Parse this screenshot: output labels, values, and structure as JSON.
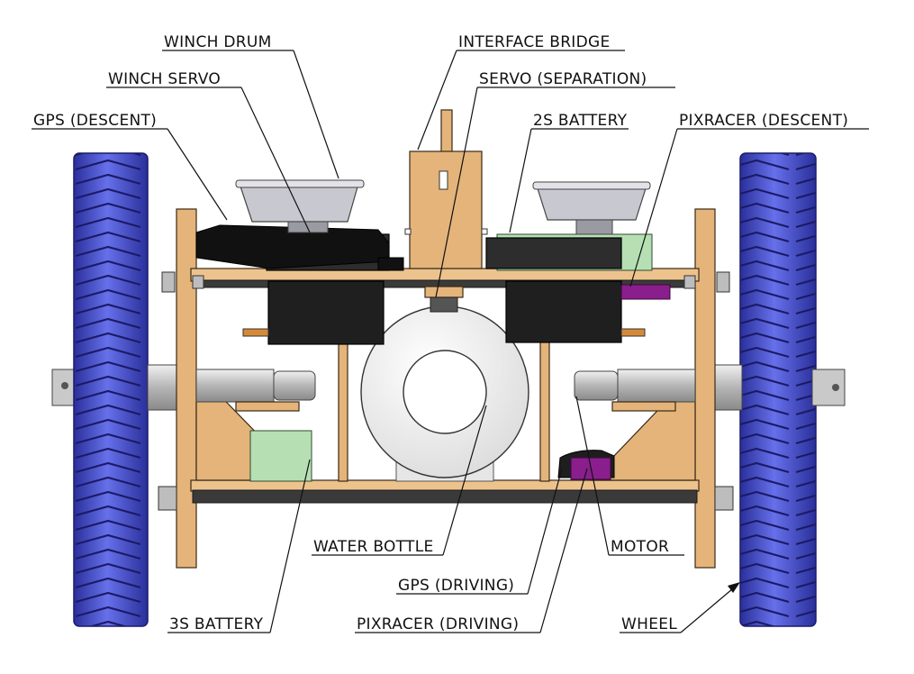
{
  "labels": {
    "winch_drum": "WINCH DRUM",
    "winch_servo": "WINCH SERVO",
    "gps_descent": "GPS (DESCENT)",
    "interface_bridge": "INTERFACE BRIDGE",
    "servo_separation": "SERVO (SEPARATION)",
    "battery_2s": "2S BATTERY",
    "pixracer_descent": "PIXRACER (DESCENT)",
    "water_bottle": "WATER BOTTLE",
    "motor": "MOTOR",
    "gps_driving": "GPS (DRIVING)",
    "battery_3s": "3S BATTERY",
    "pixracer_driving": "PIXRACER (DRIVING)",
    "wheel": "WHEEL"
  },
  "colors": {
    "wood": "#e4b47a",
    "tire": "#4a55d6",
    "battery": "#b6e0b4",
    "pixracer": "#8a1e8c",
    "servo": "#1f1f1f"
  }
}
